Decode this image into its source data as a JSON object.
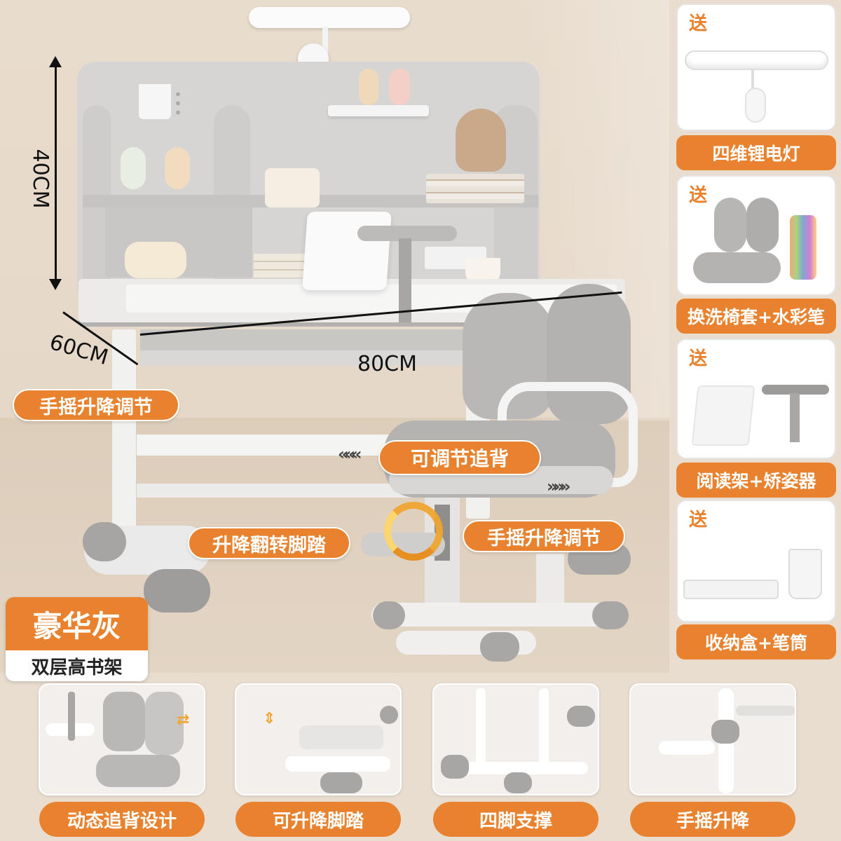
{
  "dimensions": {
    "height": "40CM",
    "width": "80CM",
    "depth": "60CM"
  },
  "callouts": {
    "desk_lift": "手摇升降调节",
    "adjustable_back": "可调节追背",
    "footrest_flip": "升降翻转脚踏",
    "chair_lift": "手摇升降调节",
    "chevrons_left": "«««",
    "chevrons_right": "»»»"
  },
  "variant": {
    "color": "豪华灰",
    "shelf": "双层高书架"
  },
  "gifts": {
    "tag": "送",
    "items": [
      {
        "label": "四维锂电灯",
        "icon": "desk-lamp-icon"
      },
      {
        "label": "换洗椅套+水彩笔",
        "icon": "chair-cover-icon"
      },
      {
        "label": "阅读架+矫姿器",
        "icon": "reading-stand-icon"
      },
      {
        "label": "收纳盒+笔筒",
        "icon": "storage-box-icon"
      }
    ]
  },
  "features": [
    {
      "label": "动态追背设计"
    },
    {
      "label": "可升降脚踏"
    },
    {
      "label": "四脚支撑"
    },
    {
      "label": "手摇升降"
    }
  ],
  "colors": {
    "accent": "#e9822f",
    "product_grey": "#b4b3b1",
    "background": "#e9ddd0"
  }
}
